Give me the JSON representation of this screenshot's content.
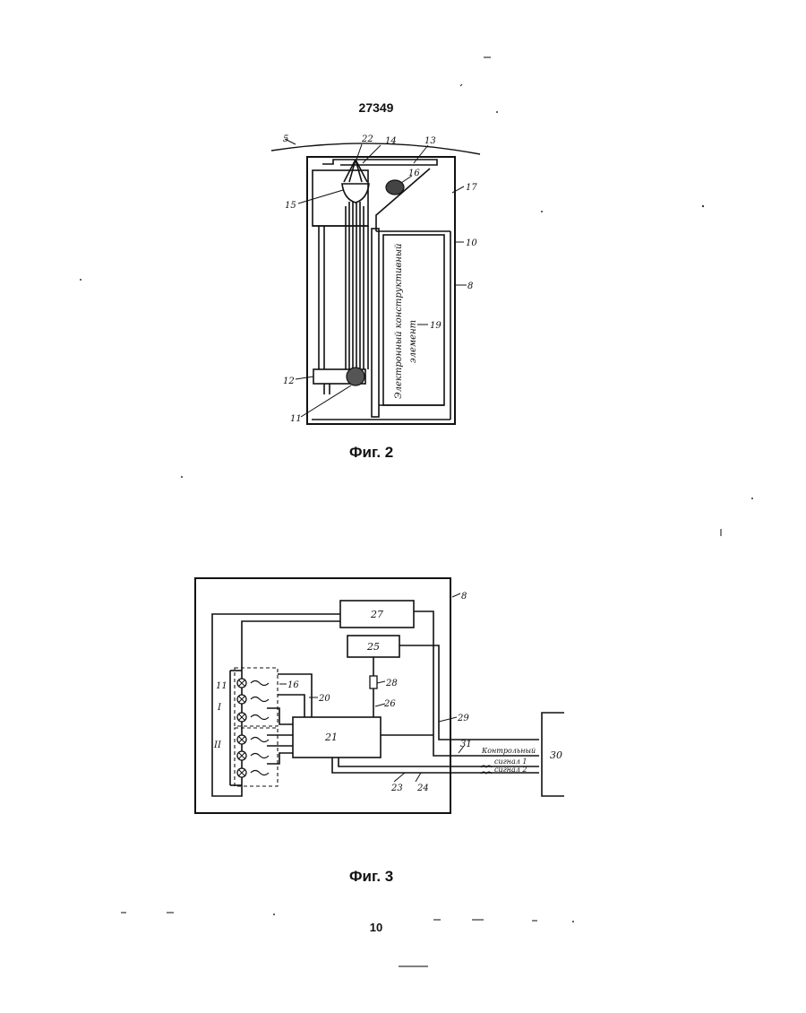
{
  "header": {
    "doc_number": "27349"
  },
  "figure2": {
    "caption": "Фиг. 2",
    "element_text_line1": "Электронный конструктивный",
    "element_text_line2": "элемент",
    "labels": {
      "l5": "5",
      "l22": "22",
      "l14": "14",
      "l13": "13",
      "l16": "16",
      "l15": "15",
      "l17": "17",
      "l10": "10",
      "l8": "8",
      "l19": "19",
      "l12": "12",
      "l11": "11"
    }
  },
  "figure3": {
    "caption": "Фиг. 3",
    "blocks": {
      "b27": "27",
      "b25": "25",
      "b21": "21",
      "b30": "30"
    },
    "signal_label": "Контрольный",
    "signal1": "сигнал 1",
    "signal2": "сигнал 2",
    "labels": {
      "l8": "8",
      "l28": "28",
      "l26": "26",
      "l29": "29",
      "l31": "31",
      "l23": "23",
      "l24": "24",
      "l20": "20",
      "l16": "16",
      "l11": "11",
      "lI": "I",
      "lII": "II"
    }
  },
  "footer": {
    "page_number": "10"
  }
}
